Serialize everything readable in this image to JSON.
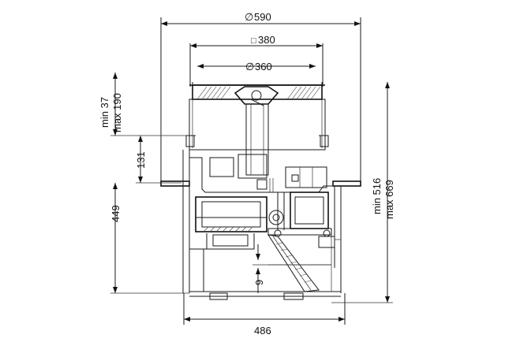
{
  "dimensions": {
    "top_diameter": "590",
    "square": "380",
    "inner_diameter": "360",
    "left_adjust": [
      "min 37",
      "max 190"
    ],
    "step": "131",
    "total_height": "449",
    "right_adjust": [
      "min 516",
      "max 669"
    ],
    "small_gap": "9",
    "base_width": "486"
  },
  "symbols": {
    "diameter": "∅",
    "square": "□"
  }
}
